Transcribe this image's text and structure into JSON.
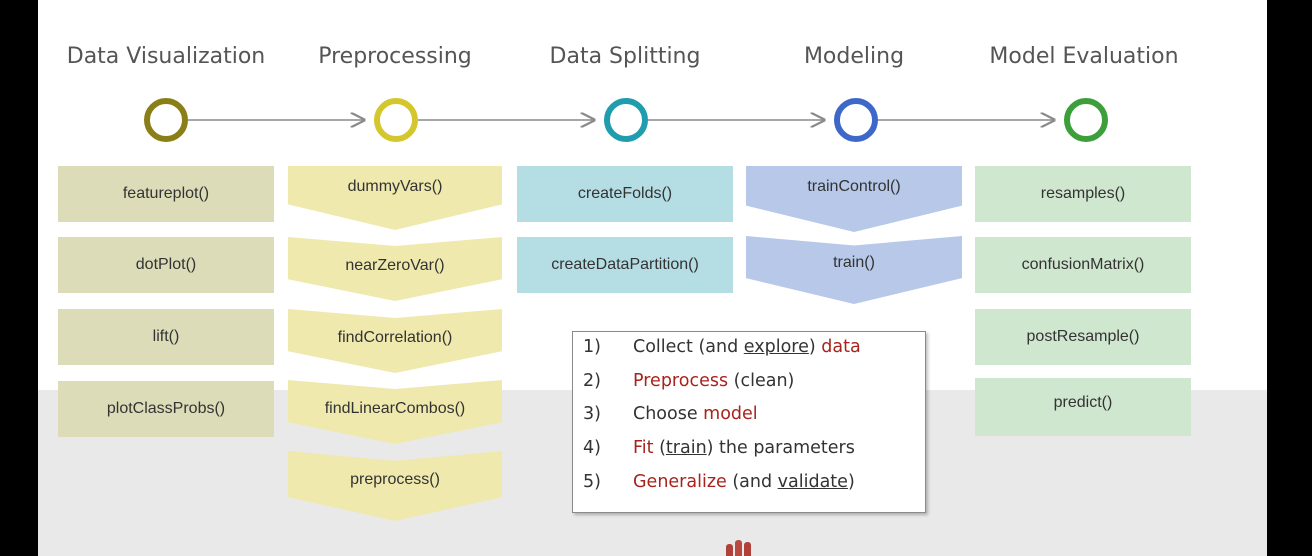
{
  "stages": [
    {
      "title": "Data Visualization",
      "color": "#8a7f17"
    },
    {
      "title": "Preprocessing",
      "color": "#d4c62d"
    },
    {
      "title": "Data Splitting",
      "color": "#1f9cae"
    },
    {
      "title": "Modeling",
      "color": "#3d67c9"
    },
    {
      "title": "Model Evaluation",
      "color": "#3c9f3c"
    }
  ],
  "visualization_functions": [
    "featureplot()",
    "dotPlot()",
    "lift()",
    "plotClassProbs()"
  ],
  "preprocessing_functions": [
    "dummyVars()",
    "nearZeroVar()",
    "findCorrelation()",
    "findLinearCombos()",
    "preprocess()"
  ],
  "splitting_functions": [
    "createFolds()",
    "createDataPartition()"
  ],
  "modeling_functions": [
    "trainControl()",
    "train()"
  ],
  "evaluation_functions": [
    "resamples()",
    "confusionMatrix()",
    "postResample()",
    "predict()"
  ],
  "steps": [
    {
      "num": "1)",
      "parts": [
        {
          "t": "Collect (and "
        },
        {
          "t": "explore",
          "u": true
        },
        {
          "t": ") "
        },
        {
          "t": "data",
          "red": true
        }
      ]
    },
    {
      "num": "2)",
      "parts": [
        {
          "t": "Preprocess",
          "red": true
        },
        {
          "t": " (clean)"
        }
      ]
    },
    {
      "num": "3)",
      "parts": [
        {
          "t": "Choose "
        },
        {
          "t": "model",
          "red": true
        }
      ]
    },
    {
      "num": "4)",
      "parts": [
        {
          "t": "Fit",
          "red": true
        },
        {
          "t": " ("
        },
        {
          "t": "train",
          "u": true
        },
        {
          "t": ") the parameters"
        }
      ]
    },
    {
      "num": "5)",
      "parts": [
        {
          "t": "Generalize",
          "red": true
        },
        {
          "t": " (and "
        },
        {
          "t": "validate",
          "u": true
        },
        {
          "t": ")"
        }
      ]
    }
  ],
  "colors": {
    "visualization_box": "#dcdcb8",
    "preprocessing_box": "#efe9ae",
    "splitting_box": "#b5dde4",
    "modeling_box": "#b7c8e9",
    "evaluation_box": "#cfe6cf",
    "highlight_text": "#a8231d"
  }
}
